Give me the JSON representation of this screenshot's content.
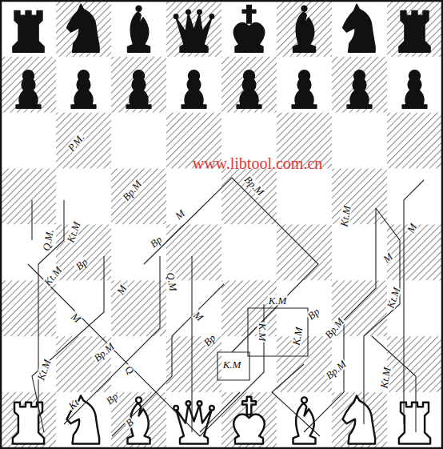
{
  "diagram": {
    "labels": [
      "P.M.",
      "Q.M.",
      "Kt.M",
      "Bp.M",
      "Bp",
      "M",
      "Bp.M",
      "www.libtool.com.cn",
      "Kt.M",
      "M",
      "Kt.M",
      "Bp",
      "M",
      "M",
      "Bp.M",
      "Q",
      "Kt.M",
      "Kt",
      "Q.M",
      "M",
      "K.M",
      "K.M",
      "K.M",
      "Bp",
      "K.M",
      "Bp",
      "Bp.M",
      "Bp.M",
      "M",
      "Kt.M",
      "Kt.M",
      "Bp",
      "B"
    ]
  }
}
